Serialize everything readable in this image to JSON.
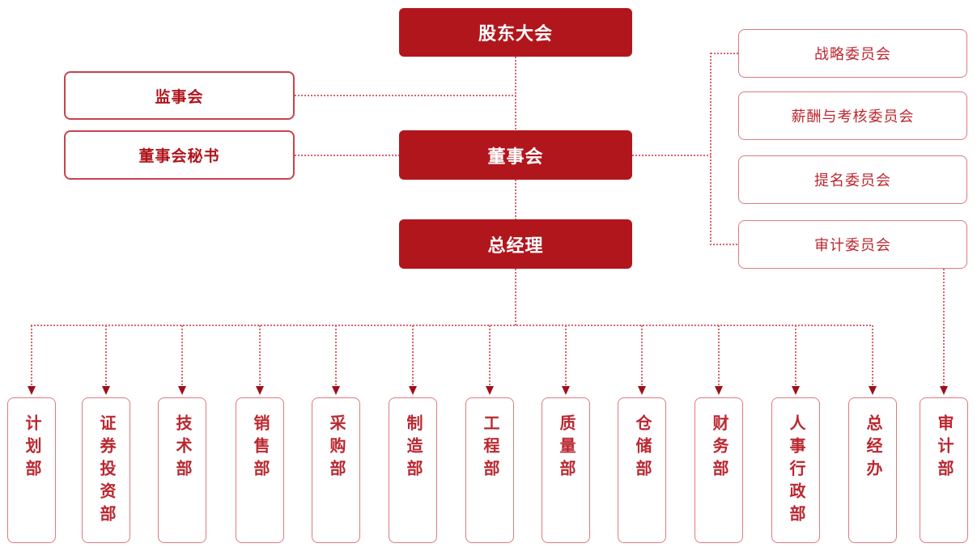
{
  "palette": {
    "fill_red": "#b2161d",
    "fill_text": "#ffffff",
    "outline_strong": "#c8434c",
    "outline_light": "#dd7a81",
    "text_strong": "#b0151c",
    "text_red": "#bb2730",
    "dash": "#d9646c",
    "arrow": "#9e1018",
    "background": "#ffffff"
  },
  "nodes": {
    "shareholders_meeting": "股东大会",
    "supervisory_board": "监事会",
    "board_secretary": "董事会秘书",
    "board_of_directors": "董事会",
    "general_manager": "总经理",
    "committees": [
      "战略委员会",
      "薪酬与考核委员会",
      "提名委员会",
      "审计委员会"
    ],
    "departments": [
      "计划部",
      "证券投资部",
      "技术部",
      "销售部",
      "采购部",
      "制造部",
      "工程部",
      "质量部",
      "仓储部",
      "财务部",
      "人事行政部",
      "总经办",
      "审计部"
    ]
  }
}
